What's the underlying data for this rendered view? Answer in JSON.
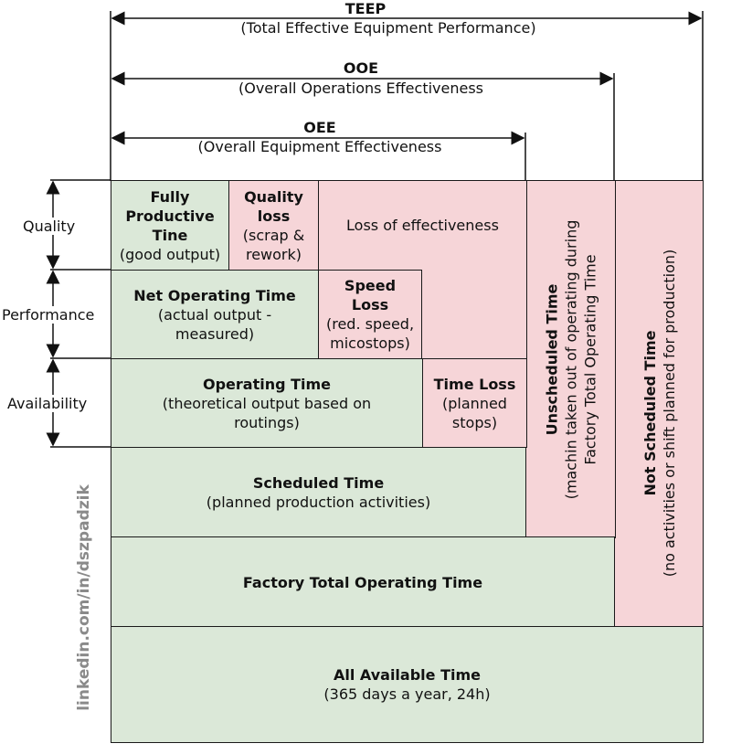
{
  "teep": {
    "title": "TEEP",
    "subtitle": "(Total Effective Equipment Performance)"
  },
  "ooe": {
    "title": "OOE",
    "subtitle": "(Overall Operations Effectiveness"
  },
  "oee": {
    "title": "OEE",
    "subtitle": "(Overall Equipment Effectiveness"
  },
  "side_labels": {
    "quality": "Quality",
    "performance": "Performance",
    "availability": "Availability"
  },
  "boxes": {
    "fully_productive": {
      "line1": "Fully",
      "line2": "Productive",
      "line3": "Tine",
      "line4": "(good output)"
    },
    "quality_loss": {
      "line1": "Quality",
      "line2": "loss",
      "line3": "(scrap &",
      "line4": "rework)"
    },
    "loss_effectiveness": {
      "line1": "Loss of effectiveness"
    },
    "net_operating": {
      "line1": "Net Operating Time",
      "line2": "(actual output -",
      "line3": "measured)"
    },
    "speed_loss": {
      "line1": "Speed",
      "line2": "Loss",
      "line3": "(red. speed,",
      "line4": "micostops)"
    },
    "operating": {
      "line1": "Operating Time",
      "line2": "(theoretical output based on",
      "line3": "routings)"
    },
    "time_loss": {
      "line1": "Time Loss",
      "line2": "(planned",
      "line3": "stops)"
    },
    "scheduled": {
      "line1": "Scheduled Time",
      "line2": "(planned production activities)"
    },
    "factory_total": {
      "line1": "Factory Total Operating Time"
    },
    "all_available": {
      "line1": "All Available Time",
      "line2": "(365 days a year, 24h)"
    },
    "unscheduled": {
      "line1": "Unscheduled Time",
      "line2": "(machin taken out of operating during",
      "line3": "Factory Total Operating Time"
    },
    "not_scheduled": {
      "line1": "Not Scheduled Time",
      "line2": "(no activities or shift planned for production)"
    }
  },
  "watermark": "linkedin.com/in/dszpadzik",
  "colors": {
    "green": "#dbe8d8",
    "pink": "#f6d5d8",
    "line": "#1a1a1a"
  }
}
